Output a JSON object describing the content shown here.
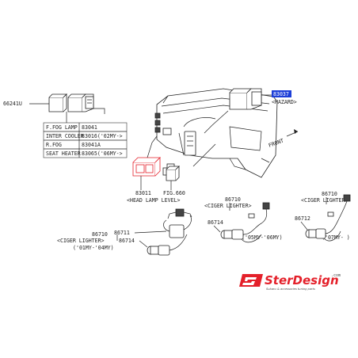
{
  "parts": {
    "p66241u": "66241U",
    "p83037": "83037",
    "hazard": "<HAZARD>",
    "front": "FRONT",
    "p83011": "83011",
    "fig660": "FIG.660",
    "head_lamp_level": "<HEAD LAMP LEVEL>",
    "p86710_center": "86710",
    "ciger_lighter_center": "<CIGER LIGHTER>",
    "p86714_center": "86714",
    "range_05_06": "('05MY-'06MY)",
    "p86710_right": "86710",
    "ciger_lighter_right": "<CIGER LIGHTER>",
    "p86712": "86712",
    "range_07": "('07MY- )",
    "p86711": "86711",
    "p86710_left": "86710",
    "ciger_lighter_left": "<CIGER LIGHTER>",
    "p86714_left": "86714",
    "range_01_04": "('01MY-'04MY)"
  },
  "table": {
    "rows": [
      {
        "name": "F.FOG LAMP",
        "code": "83041"
      },
      {
        "name": "INTER COOLER",
        "code": "83016('02MY->"
      },
      {
        "name": "R.FOG",
        "code": "83041A"
      },
      {
        "name": "SEAT HEATER",
        "code": "83065('06MY->"
      }
    ]
  },
  "logo": {
    "text": "SterDesign",
    "domain": ".com",
    "tagline": "Subaru & accessories tuning parts"
  },
  "colors": {
    "highlight_red": "#e4202a",
    "highlight_blue": "#1d3fd8",
    "line": "#222222"
  }
}
